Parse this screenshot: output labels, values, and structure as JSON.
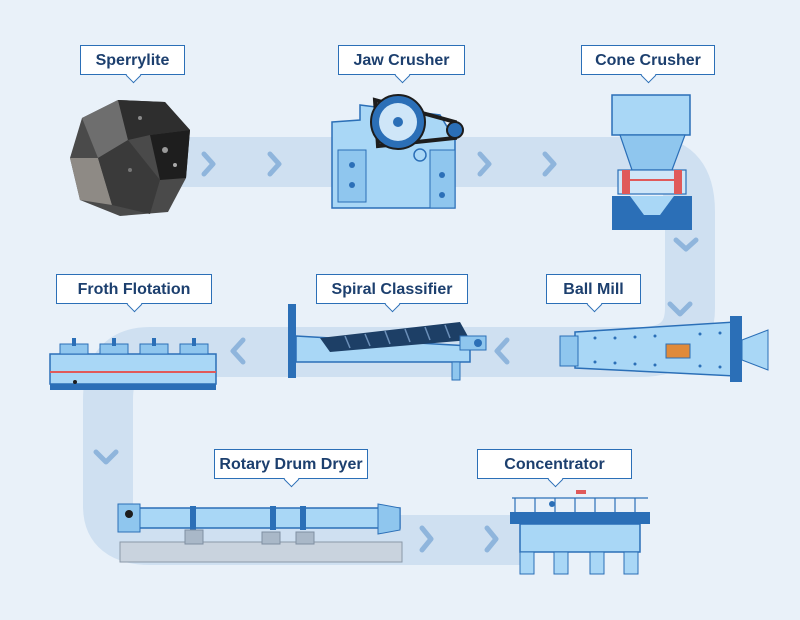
{
  "colors": {
    "background": "#e9f1f9",
    "path": "#cfe0f1",
    "equipment": "#a9d7f6",
    "equipment_dark": "#2b6fb7",
    "arrow": "#8fb5dc",
    "label_border": "#2b6fb7",
    "label_text": "#1c3f6e"
  },
  "steps": [
    {
      "label": "Sperrylite"
    },
    {
      "label": "Jaw Crusher"
    },
    {
      "label": "Cone Crusher"
    },
    {
      "label": "Ball Mill"
    },
    {
      "label": "Spiral Classifier"
    },
    {
      "label": "Froth Flotation"
    },
    {
      "label": "Rotary Drum Dryer"
    },
    {
      "label": "Concentrator"
    }
  ]
}
